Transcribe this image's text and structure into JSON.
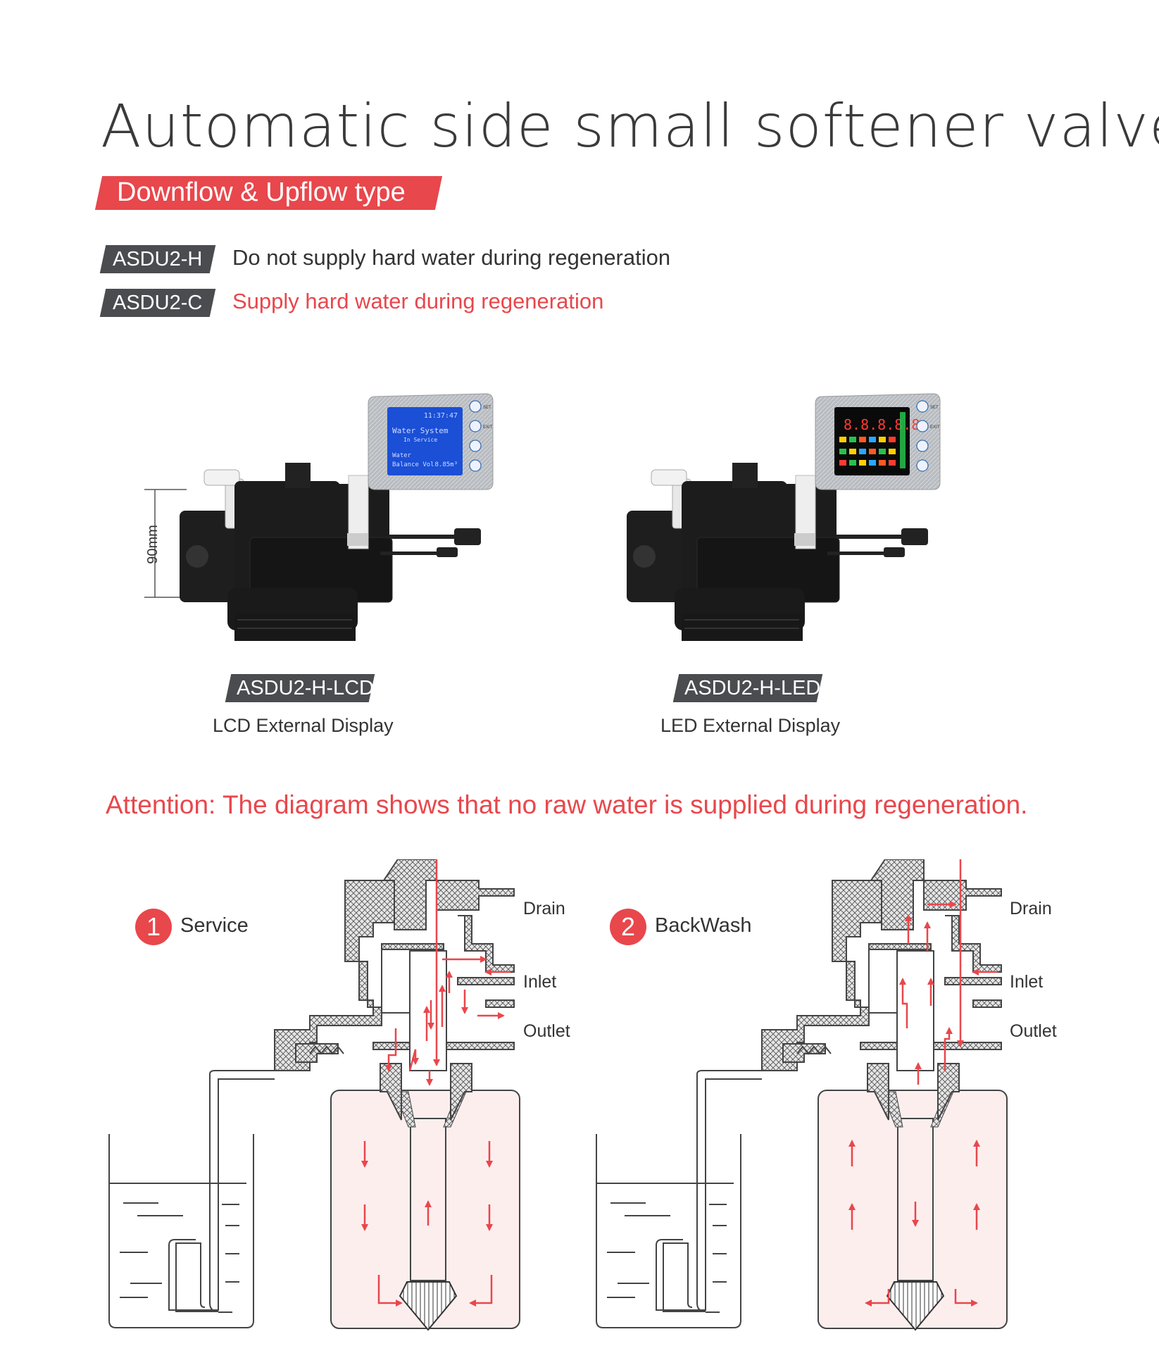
{
  "title": "Automatic side small softener valve",
  "banner": "Downflow & Upflow type",
  "models": [
    {
      "code": "ASDU2-H",
      "description": "Do not supply hard water during regeneration"
    },
    {
      "code": "ASDU2-C",
      "description": "Supply hard water during regeneration"
    }
  ],
  "products": [
    {
      "code": "ASDU2-H-LCD",
      "caption": "LCD External Display",
      "dimension": "90mm",
      "screen": {
        "time": "11:37:47",
        "line1": "Water System",
        "line2": "In Service",
        "line3": "Water",
        "line4": "Balance Vol",
        "value": "8.85m³"
      },
      "keys": [
        "SET",
        "EXIT"
      ]
    },
    {
      "code": "ASDU2-H-LED",
      "caption": "LED External Display",
      "screen": {
        "digits": "8.8.8.8.8"
      },
      "keys": [
        "SET",
        "EXIT"
      ]
    }
  ],
  "attention": "Attention: The diagram shows that no raw water is supplied during regeneration.",
  "diagrams": [
    {
      "number": "1",
      "label": "Service",
      "ports": {
        "drain": "Drain",
        "inlet": "Inlet",
        "outlet": "Outlet"
      }
    },
    {
      "number": "2",
      "label": "BackWash",
      "ports": {
        "drain": "Drain",
        "inlet": "Inlet",
        "outlet": "Outlet"
      }
    }
  ],
  "colors": {
    "accent": "#e8474c",
    "tag": "#4a4c50",
    "title": "#3a3a3a",
    "lcd": "#1a4fd6",
    "valve": "#1c1c1c"
  }
}
